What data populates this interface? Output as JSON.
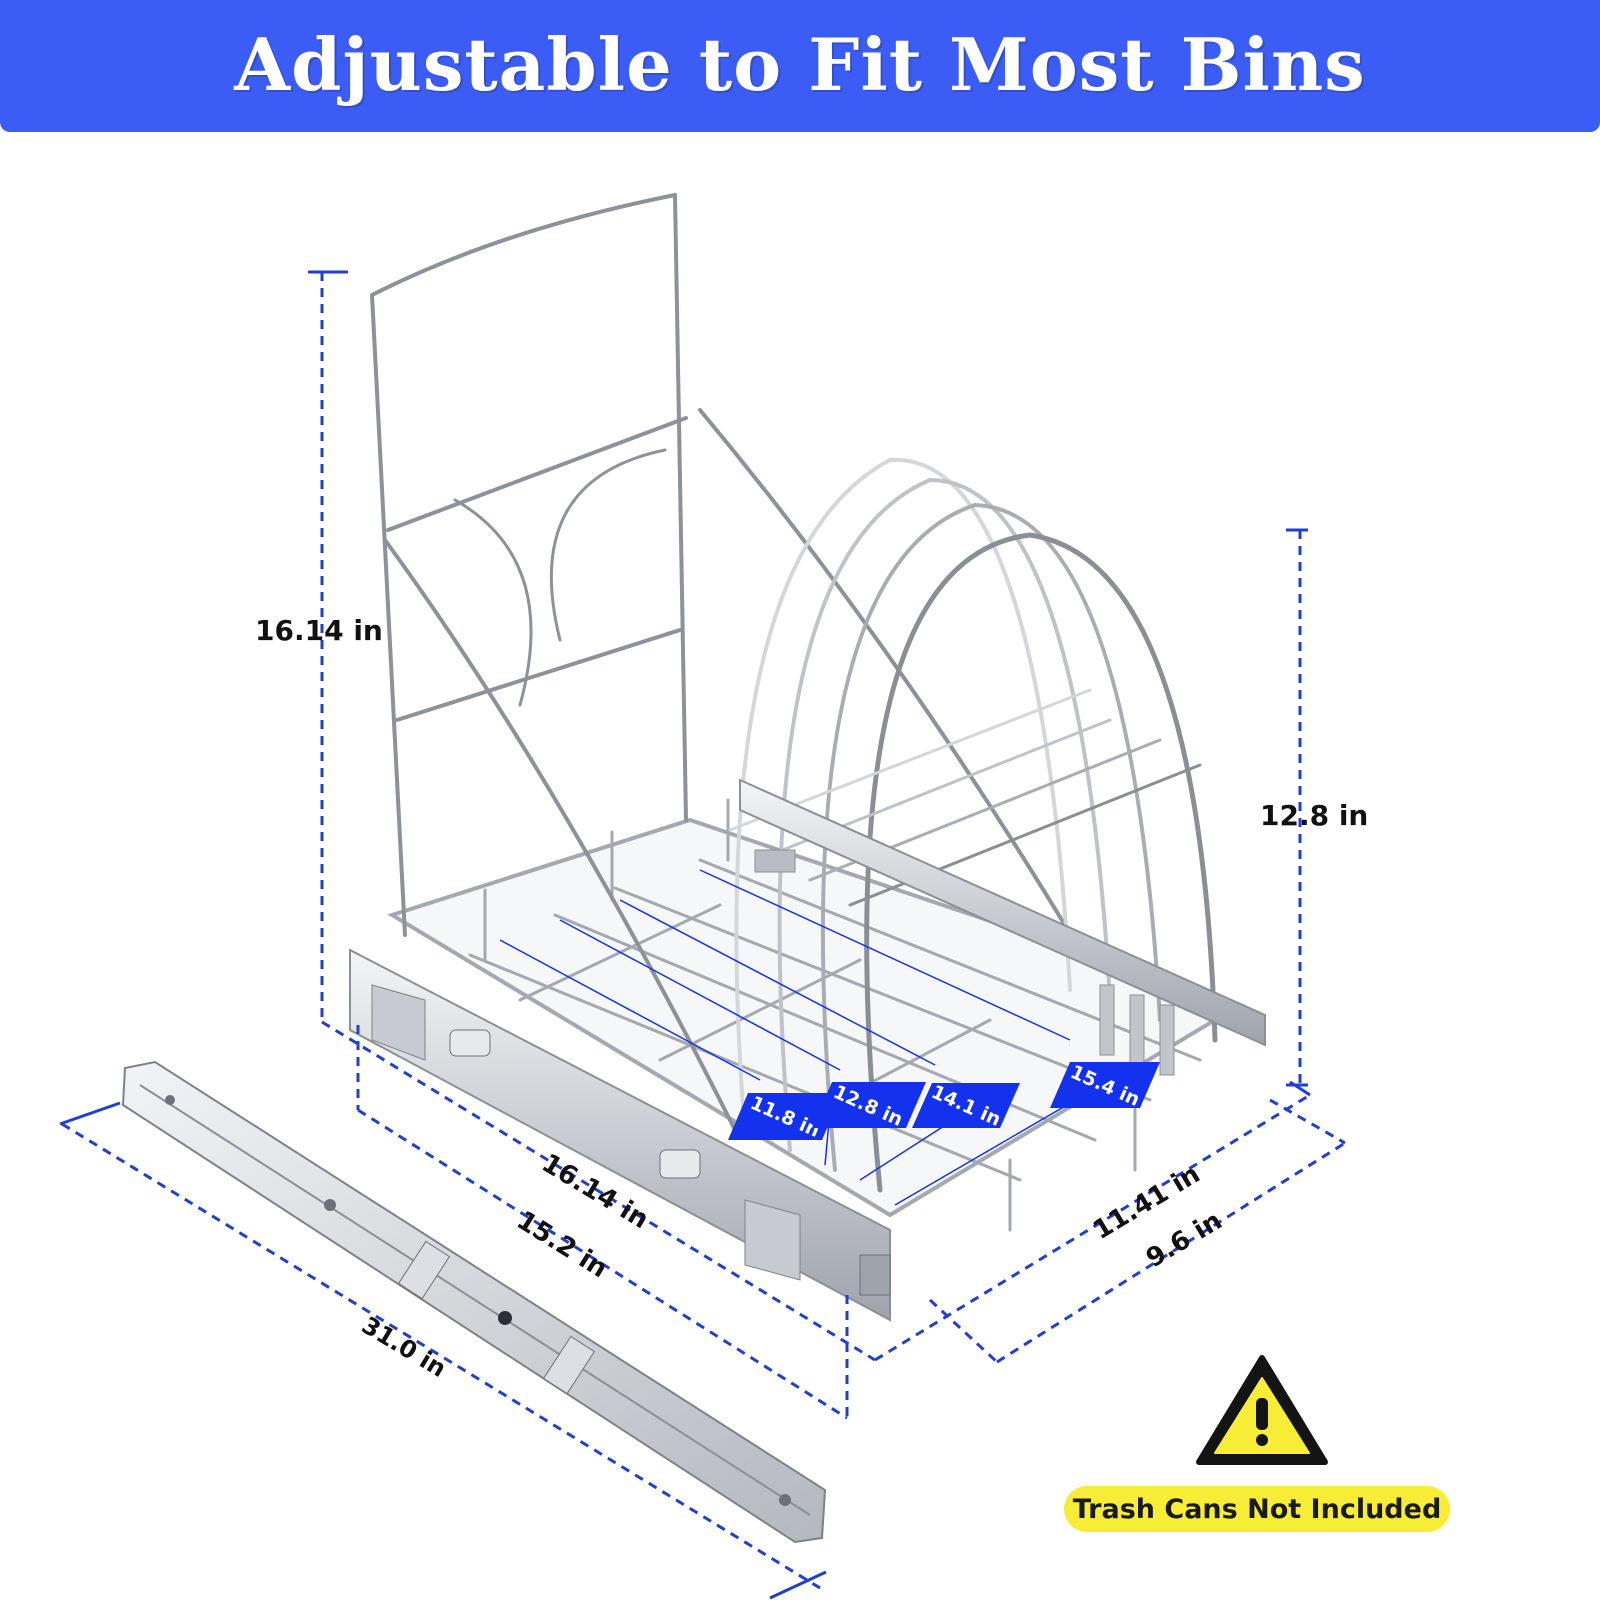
{
  "banner": {
    "title": "Adjustable to Fit Most Bins",
    "color": "#3b5cf5"
  },
  "dimensions": {
    "total_height": "16.14 in",
    "side_height": "12.8 in",
    "frame_depth": "16.14 in",
    "inner_depth": "15.2 in",
    "outer_width": "11.41  in",
    "inner_width": "9.6 in",
    "slide_length": "31.0 in"
  },
  "bin_width_tags": [
    "11.8 in",
    "12.8 in",
    "14.1 in",
    "15.4 in"
  ],
  "warning": {
    "icon": "warning-icon",
    "note": "Trash Cans Not Included",
    "pill_color": "#f7ec36"
  },
  "colors": {
    "dimension_line": "#1f3fd1",
    "tag_fill": "#1432ee",
    "wire": "#9a9ea6"
  }
}
